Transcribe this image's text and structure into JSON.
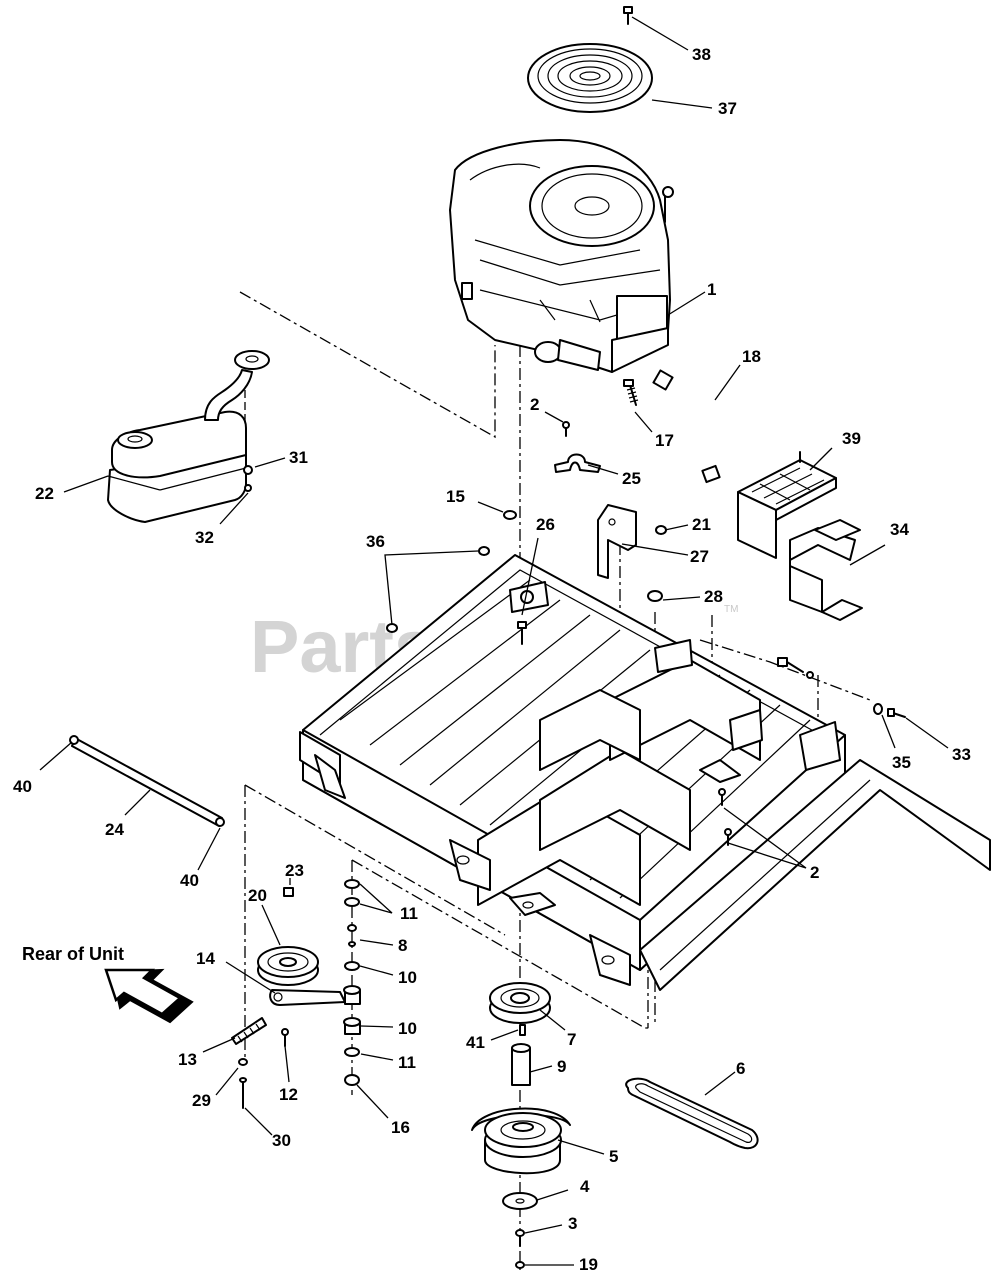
{
  "watermark": {
    "text": "PartsTree",
    "tm": "TM"
  },
  "note": {
    "rear_label": "Rear of Unit"
  },
  "callouts": {
    "c38": "38",
    "c37": "37",
    "c1": "1",
    "c18": "18",
    "c2a": "2",
    "c17": "17",
    "c25": "25",
    "c31": "31",
    "c22": "22",
    "c32": "32",
    "c15": "15",
    "c26": "26",
    "c21": "21",
    "c27": "27",
    "c39": "39",
    "c34": "34",
    "c36": "36",
    "c28": "28",
    "c35": "35",
    "c33": "33",
    "c40a": "40",
    "c24": "24",
    "c40b": "40",
    "c2b": "2",
    "c23": "23",
    "c20": "20",
    "c11a": "11",
    "c8": "8",
    "c14": "14",
    "c10a": "10",
    "c10b": "10",
    "c13": "13",
    "c11b": "11",
    "c41": "41",
    "c7": "7",
    "c9": "9",
    "c6": "6",
    "c29": "29",
    "c12": "12",
    "c16": "16",
    "c30": "30",
    "c5": "5",
    "c4": "4",
    "c3": "3",
    "c19": "19"
  }
}
